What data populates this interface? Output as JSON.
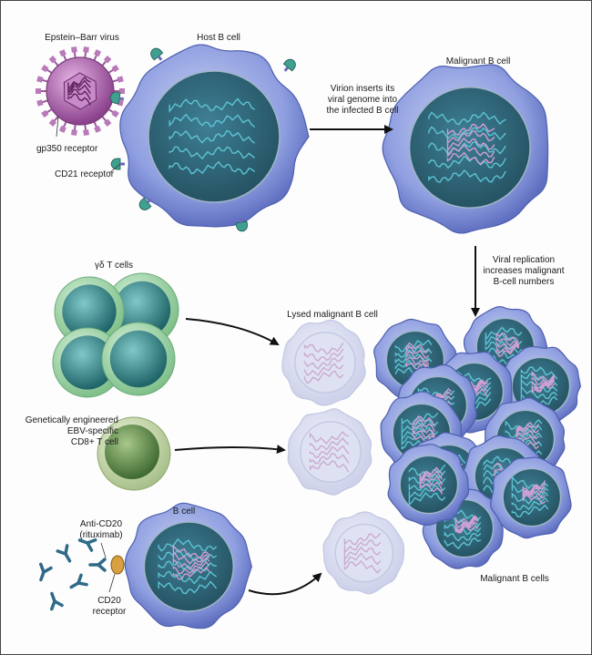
{
  "labels": {
    "ebv": "Epstein–Barr virus",
    "gp350": "gp350 receptor",
    "cd21": "CD21 receptor",
    "host_b_cell": "Host B cell",
    "malignant_b_cell": "Malignant B cell",
    "virion_step": [
      "Virion inserts its",
      "viral genome into",
      "the infected B cell"
    ],
    "viral_replication": [
      "Viral replication",
      "increases malignant",
      "B-cell numbers"
    ],
    "gd_t_cells": "γδ T cells",
    "lysed_cell": "Lysed malignant B cell",
    "engineered_t_cell": [
      "Genetically engineered",
      "EBV-specific",
      "CD8+ T cell"
    ],
    "b_cell": "B cell",
    "anti_cd20": [
      "Anti-CD20",
      "(rituximab)"
    ],
    "cd20": [
      "CD20",
      "receptor"
    ],
    "malignant_b_cells": "Malignant B cells"
  },
  "colors": {
    "b_cell_membrane": "#7f8fd6",
    "b_cell_nucleus": "#2f6478",
    "dna_blue": "#5fc8d8",
    "dna_pink": "#d8a0d8",
    "virus": "#a85ea8",
    "t_cell_outer": "#9fd6a8",
    "t_cell_core": "#2f8a8e",
    "cd8_outer": "#c8dca8",
    "cd8_core": "#5f8a4a",
    "receptor_teal": "#3fa090",
    "antibody": "#2f6a88",
    "cd20_gold": "#d8a040",
    "lysed": "#d8dcef"
  }
}
